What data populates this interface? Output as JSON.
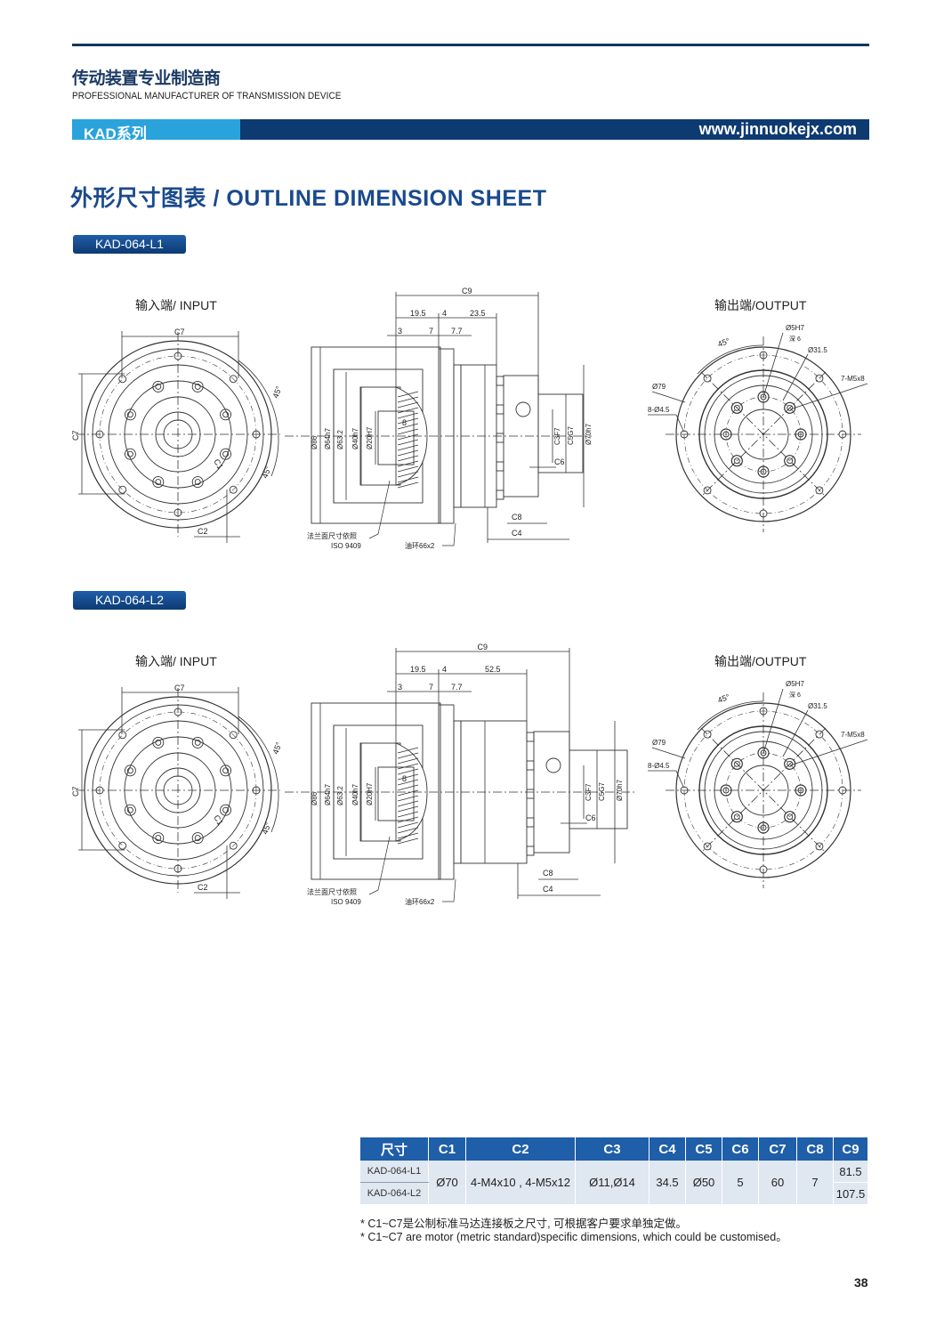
{
  "header": {
    "company_cn": "传动装置专业制造商",
    "company_en": "PROFESSIONAL MANUFACTURER OF TRANSMISSION DEVICE",
    "series": "KAD系列",
    "website": "www.jinnuokejx.com"
  },
  "title": "外形尺寸图表 / OUTLINE DIMENSION SHEET",
  "colors": {
    "navy": "#0e3a72",
    "light_blue": "#2aa3dc",
    "title_blue": "#1a4a8c"
  },
  "sections": [
    {
      "model": "KAD-064-L1",
      "input_title": "输入端/ INPUT",
      "output_title": "输出端/OUTPUT",
      "input_labels": {
        "c7_top": "C7",
        "c7_side": "C7",
        "c2": "C2",
        "c1": "C1",
        "angle1": "45°",
        "angle2": "45°"
      },
      "side_labels": {
        "c9": "C9",
        "d1": "19.5",
        "d2": "4",
        "d3": "23.5",
        "s1": "3",
        "s2": "7",
        "s3": "7.7",
        "s4": "8",
        "dia86": "Ø86",
        "dia64": "Ø64h7",
        "dia63": "Ø63.2",
        "dia40": "Ø40h7",
        "dia20": "Ø20H7",
        "c3": "C3F7",
        "c5": "C5G7",
        "dia70": "Ø70h7",
        "c6": "C6",
        "c8": "C8",
        "c4": "C4",
        "note1": "法兰面尺寸依照",
        "note2": "ISO 9409",
        "oring": "油环66x2"
      },
      "output_labels": {
        "angle": "45°",
        "pin": "Ø5H7",
        "pin_depth": "深 6",
        "pcd": "Ø31.5",
        "tap": "7-M5x8",
        "dia79": "Ø79",
        "holes": "8-Ø4.5"
      }
    },
    {
      "model": "KAD-064-L2",
      "input_title": "输入端/ INPUT",
      "output_title": "输出端/OUTPUT",
      "input_labels": {
        "c7_top": "C7",
        "c7_side": "C7",
        "c2": "C2",
        "c1": "C1",
        "angle1": "45°",
        "angle2": "45°"
      },
      "side_labels": {
        "c9": "C9",
        "d1": "19.5",
        "d2": "4",
        "d3": "52.5",
        "s1": "3",
        "s2": "7",
        "s3": "7.7",
        "s4": "8",
        "dia86": "Ø86",
        "dia64": "Ø64h7",
        "dia63": "Ø63.2",
        "dia40": "Ø40h7",
        "dia20": "Ø20H7",
        "c3": "C3F7",
        "c5": "C5G7",
        "dia70": "Ø70h7",
        "c6": "C6",
        "c8": "C8",
        "c4": "C4",
        "note1": "法兰面尺寸依照",
        "note2": "ISO 9409",
        "oring": "油环66x2"
      },
      "output_labels": {
        "angle": "45°",
        "pin": "Ø5H7",
        "pin_depth": "深 6",
        "pcd": "Ø31.5",
        "tap": "7-M5x8",
        "dia79": "Ø79",
        "holes": "8-Ø4.5"
      }
    }
  ],
  "table": {
    "headers": [
      "尺寸",
      "C1",
      "C2",
      "C3",
      "C4",
      "C5",
      "C6",
      "C7",
      "C8",
      "C9"
    ],
    "models": [
      "KAD-064-L1",
      "KAD-064-L2"
    ],
    "shared": {
      "C1": "Ø70",
      "C2": "4-M4x10 , 4-M5x12",
      "C3": "Ø11,Ø14",
      "C4": "34.5",
      "C5": "Ø50",
      "C6": "5",
      "C7": "60",
      "C8": "7"
    },
    "C9": [
      "81.5",
      "107.5"
    ]
  },
  "notes": [
    "* C1~C7是公制标准马达连接板之尺寸, 可根据客户要求单独定做。",
    "* C1~C7 are motor (metric standard)specific dimensions, which could be customised。"
  ],
  "page_number": "38"
}
